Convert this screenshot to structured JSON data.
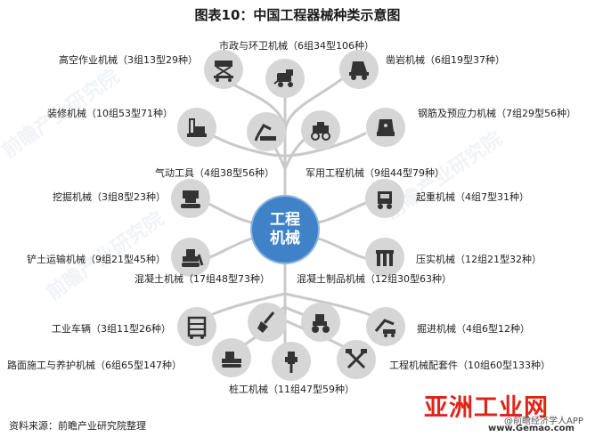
{
  "title": "图表10：中国工程器械种类示意图",
  "center": {
    "line1": "工程",
    "line2": "机械"
  },
  "nodes": [
    {
      "id": "high-altitude",
      "label": "高空作业机械（3组13型29种）",
      "icon": "aerial-lift-icon"
    },
    {
      "id": "municipal",
      "label": "市政与环卫机械（6组34型106种）",
      "icon": "street-sweeper-icon"
    },
    {
      "id": "rock-drilling",
      "label": "凿岩机械（6组19型37种）",
      "icon": "rock-drill-loader-icon"
    },
    {
      "id": "decoration",
      "label": "装修机械（10组53型71种）",
      "icon": "decoration-machine-icon"
    },
    {
      "id": "rebar",
      "label": "钢筋及预应力机械（7组29型56种）",
      "icon": "rebar-machine-icon"
    },
    {
      "id": "pneumatic",
      "label": "气动工具（4组38型56种）",
      "icon": "pneumatic-tool-icon"
    },
    {
      "id": "military",
      "label": "军用工程机械（9组44型79种）",
      "icon": "military-vehicle-icon"
    },
    {
      "id": "excavating",
      "label": "挖掘机械（3组8型23种）",
      "icon": "excavator-icon"
    },
    {
      "id": "lifting",
      "label": "起重机械（4组7型31种）",
      "icon": "crane-truck-icon"
    },
    {
      "id": "earthmoving",
      "label": "铲土运输机械（9组21型45种）",
      "icon": "bulldozer-icon"
    },
    {
      "id": "compaction",
      "label": "压实机械（12组21型32种）",
      "icon": "compactor-icon"
    },
    {
      "id": "concrete",
      "label": "混凝土机械（17组48型73种）",
      "icon": "concrete-machine-icon"
    },
    {
      "id": "concrete-products",
      "label": "混凝土制品机械（12组30型63种）",
      "icon": "concrete-products-icon"
    },
    {
      "id": "industrial-vehicles",
      "label": "工业车辆（3组11型26种）",
      "icon": "forklift-icon"
    },
    {
      "id": "tunneling",
      "label": "掘进机械（4组6型12种）",
      "icon": "tunneling-machine-icon"
    },
    {
      "id": "road-construction",
      "label": "路面施工与养护机械（6组65型147种）",
      "icon": "paver-icon"
    },
    {
      "id": "accessories",
      "label": "工程机械配套件（10组60型133种）",
      "icon": "tools-icon"
    },
    {
      "id": "piling",
      "label": "桩工机械（11组47型59种）",
      "icon": "pile-driver-icon"
    },
    {
      "id": "shovel",
      "label": "",
      "icon": "shovel-icon"
    },
    {
      "id": "roller",
      "label": "",
      "icon": "road-roller-icon"
    }
  ],
  "source": "资料来源：前瞻产业研究院整理",
  "watermark": {
    "brand": "亚洲工业网",
    "url": "www.Gemao.com",
    "app": "@前瞻经济学人APP"
  },
  "colors": {
    "center": "#3f82c8",
    "branch": "#c8c8c8",
    "icon_bg": "#d6d6d6",
    "icon_fg": "#333333"
  }
}
